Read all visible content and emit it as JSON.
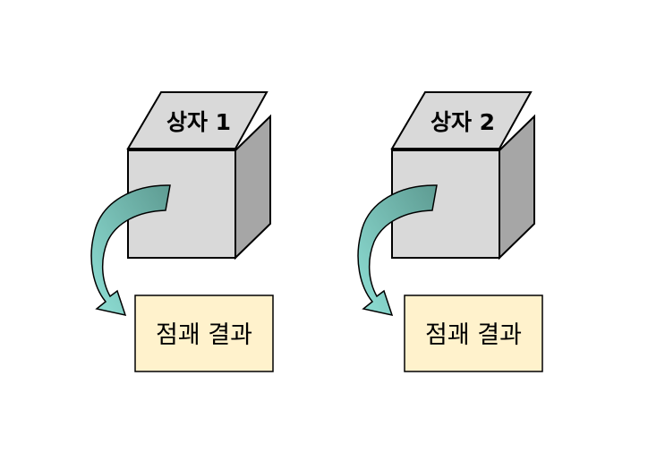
{
  "colors": {
    "cube_front": "#d9d9d9",
    "cube_side": "#a6a6a6",
    "cube_lid": "#d9d9d9",
    "outline": "#000000",
    "arrow_light": "#8fe0d6",
    "arrow_dark": "#5e9b92",
    "result_fill": "#fff2cc"
  },
  "boxes": [
    {
      "label": "상자 1",
      "result": "점괘 결과"
    },
    {
      "label": "상자 2",
      "result": "점괘 결과"
    }
  ]
}
